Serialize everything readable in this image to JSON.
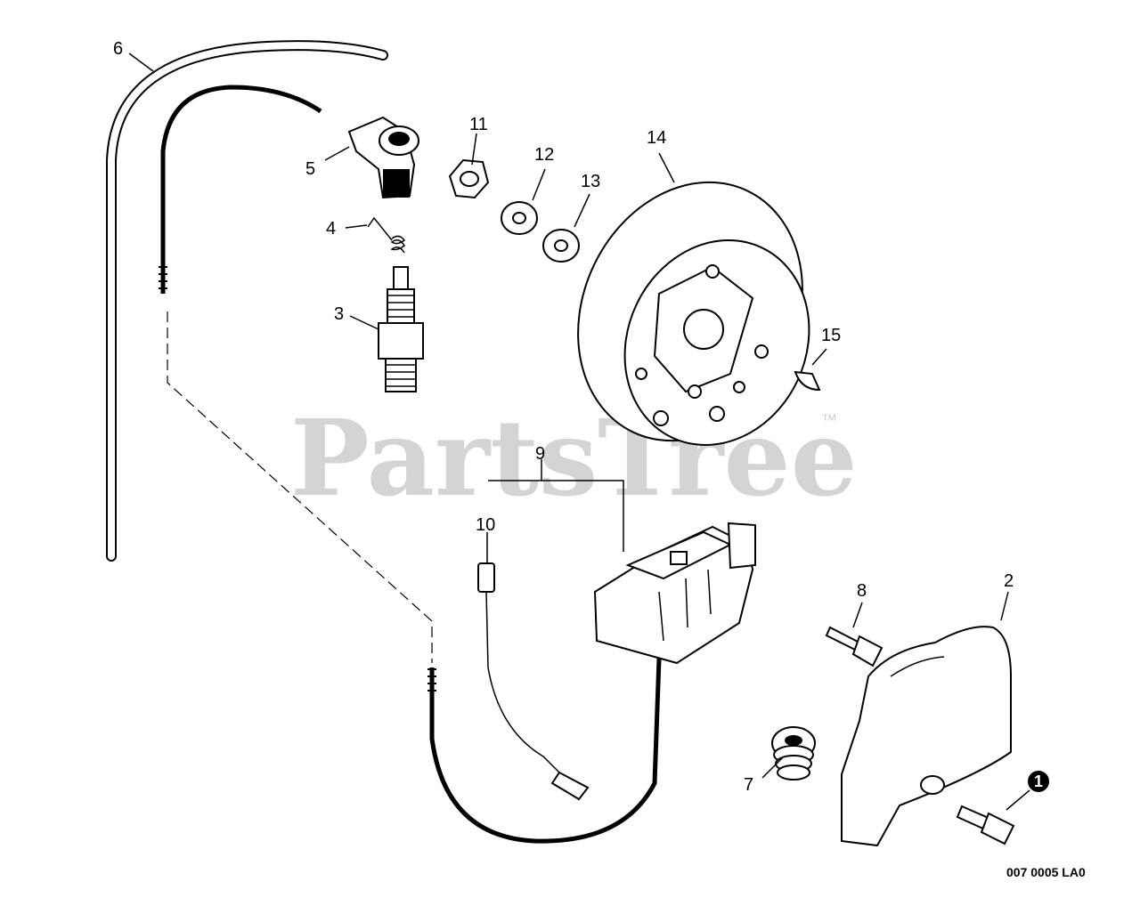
{
  "watermark": {
    "text": "PartsTree",
    "trademark": "™"
  },
  "callouts": [
    {
      "id": "6",
      "label": "6"
    },
    {
      "id": "5",
      "label": "5"
    },
    {
      "id": "11",
      "label": "11"
    },
    {
      "id": "12",
      "label": "12"
    },
    {
      "id": "13",
      "label": "13"
    },
    {
      "id": "14",
      "label": "14"
    },
    {
      "id": "4",
      "label": "4"
    },
    {
      "id": "3",
      "label": "3"
    },
    {
      "id": "15",
      "label": "15"
    },
    {
      "id": "9",
      "label": "9"
    },
    {
      "id": "10",
      "label": "10"
    },
    {
      "id": "8",
      "label": "8"
    },
    {
      "id": "2",
      "label": "2"
    },
    {
      "id": "7",
      "label": "7"
    },
    {
      "id": "1",
      "label": "1"
    }
  ],
  "reference_code": "007 0005 LA0"
}
